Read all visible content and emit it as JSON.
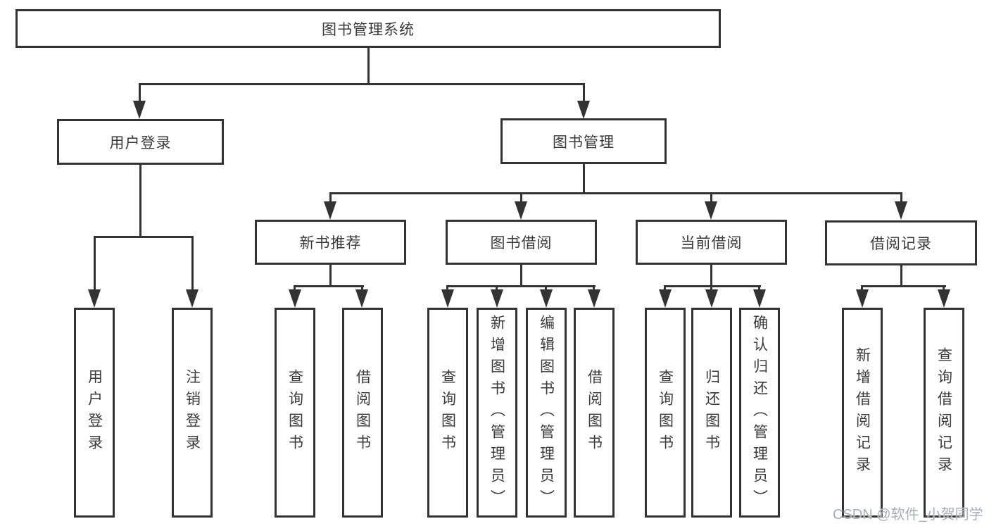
{
  "diagram": {
    "type": "hierarchy-flowchart",
    "colors": {
      "line": "#333333",
      "border": "#333333",
      "text": "#3a3a3a",
      "background": "#ffffff",
      "watermark_text_color": "#a9aeb3"
    },
    "tree": {
      "label": "图书管理系统",
      "children": [
        {
          "label": "用户登录",
          "children": [
            {
              "label": "用户登录"
            },
            {
              "label": "注销登录"
            }
          ]
        },
        {
          "label": "图书管理",
          "children": [
            {
              "label": "新书推荐",
              "children": [
                {
                  "label": "查询图书"
                },
                {
                  "label": "借阅图书"
                }
              ]
            },
            {
              "label": "图书借阅",
              "children": [
                {
                  "label": "查询图书"
                },
                {
                  "label": "新增图书（管理员）"
                },
                {
                  "label": "编辑图书（管理员）"
                },
                {
                  "label": "借阅图书"
                }
              ]
            },
            {
              "label": "当前借阅",
              "children": [
                {
                  "label": "查询图书"
                },
                {
                  "label": "归还图书"
                },
                {
                  "label": "确认归还（管理员）"
                }
              ]
            },
            {
              "label": "借阅记录",
              "children": [
                {
                  "label": "新增借阅记录"
                },
                {
                  "label": "查询借阅记录"
                }
              ]
            }
          ]
        }
      ]
    },
    "watermark": "CSDN @软件_小贺同学"
  }
}
